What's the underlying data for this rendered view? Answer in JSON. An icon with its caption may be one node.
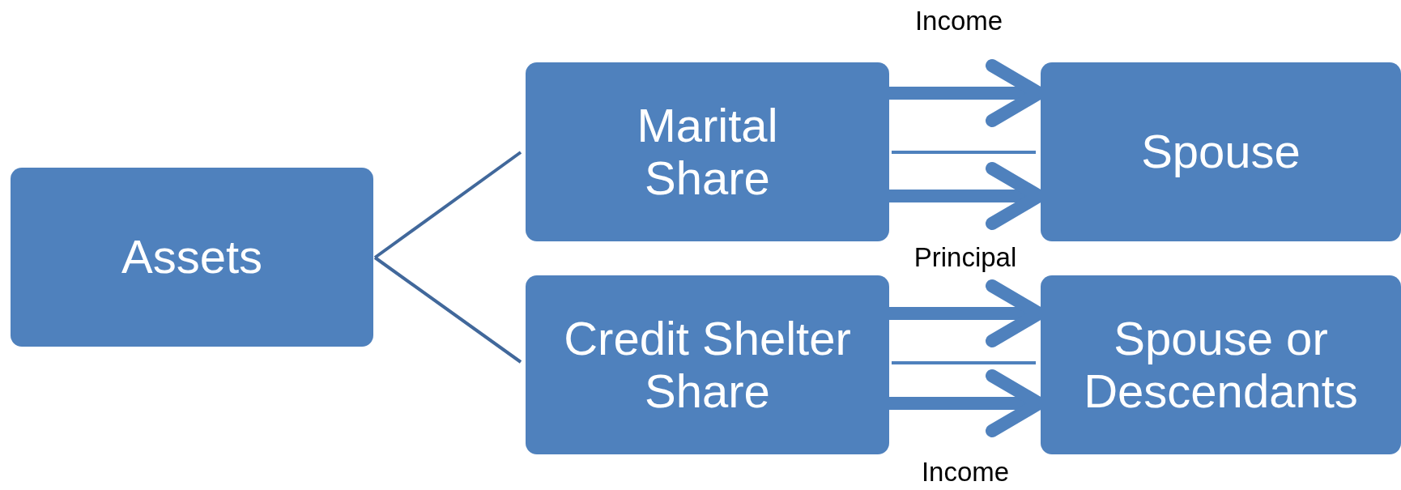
{
  "diagram": {
    "nodes": [
      {
        "text": [
          "Assets"
        ]
      },
      {
        "text": [
          "Marital Share"
        ]
      },
      {
        "text": [
          "Credit Shelter Share"
        ]
      },
      {
        "text": [
          "Spouse"
        ]
      },
      {
        "text": [
          "Spouse or Descendants"
        ]
      }
    ],
    "edges": [
      {
        "from": 0,
        "to": 1,
        "arrow": "none",
        "color": "#41689b"
      },
      {
        "from": 0,
        "to": 2,
        "arrow": "none",
        "color": "#41689b"
      },
      {
        "from": 1,
        "to": 3,
        "arrow": "to",
        "style": "thick",
        "label": "Income"
      },
      {
        "from": 1,
        "to": 3,
        "arrow": "none"
      },
      {
        "from": 1,
        "to": 3,
        "arrow": "to",
        "style": "thick"
      },
      {
        "from": 2,
        "to": 4,
        "arrow": "to",
        "style": "thick"
      },
      {
        "from": 2,
        "to": 4,
        "arrow": "none"
      },
      {
        "from": 2,
        "to": 4,
        "arrow": "to",
        "style": "thick",
        "label": "Income"
      }
    ],
    "labels": [
      "Principal"
    ]
  }
}
